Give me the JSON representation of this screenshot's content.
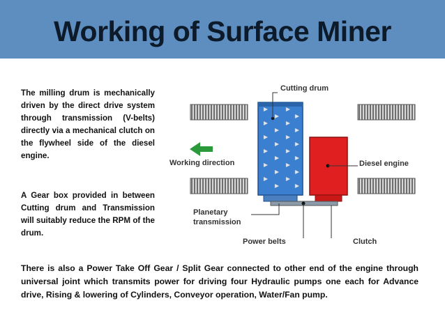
{
  "slide": {
    "title": "Working of Surface Miner",
    "paragraph1": "The milling drum is mechanically driven by the direct drive system through transmission (V-belts) directly via a mechanical clutch on the flywheel side of the diesel engine.",
    "paragraph2": "A Gear box provided in between Cutting drum and Transmission will suitably reduce the RPM of the drum.",
    "paragraph3": "There is also a Power Take Off Gear / Split Gear connected to other end of the engine through universal joint which transmits power for driving four Hydraulic pumps one each for Advance drive, Rising & lowering of Cylinders, Conveyor operation, Water/Fan pump."
  },
  "diagram": {
    "labels": {
      "cutting_drum": "Cutting drum",
      "working_direction": "Working direction",
      "diesel_engine": "Diesel engine",
      "planetary_transmission_line1": "Planetary",
      "planetary_transmission_line2": "transmission",
      "power_belts": "Power belts",
      "clutch": "Clutch"
    },
    "colors": {
      "banner": "#5e8ec0",
      "drum": "#3b7fd0",
      "engine": "#e02020",
      "arrow": "#2a9a3a",
      "track": "#7f7f7f"
    }
  }
}
